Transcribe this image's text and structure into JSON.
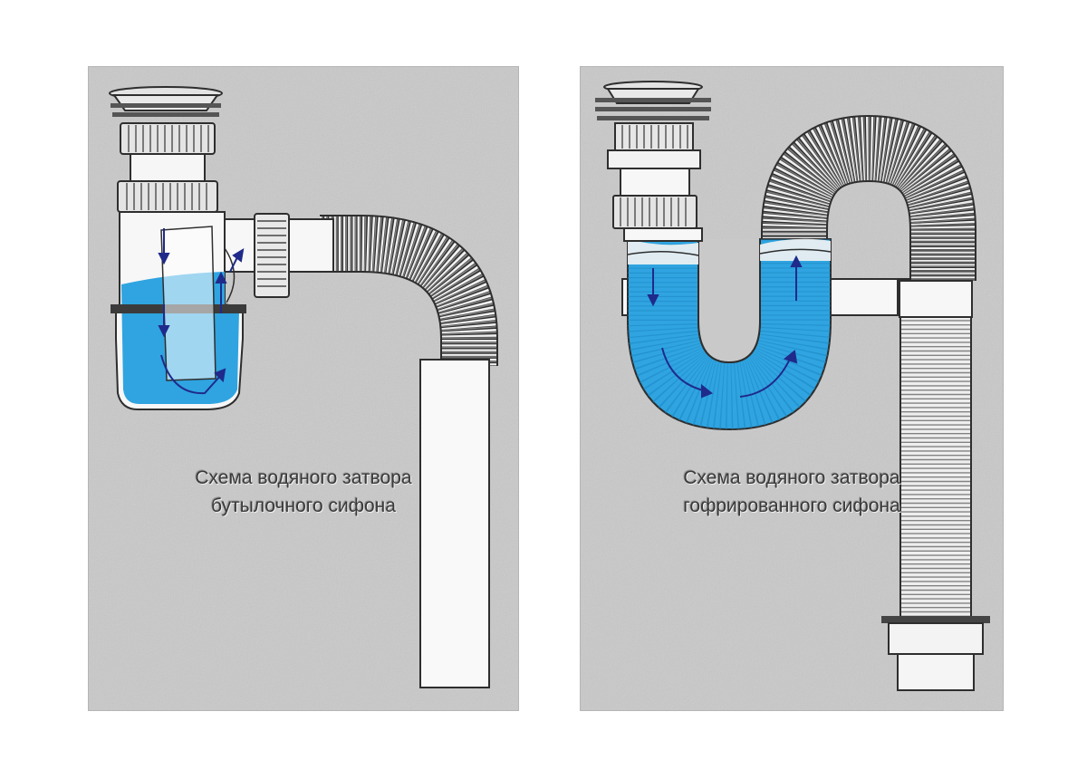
{
  "panels": [
    {
      "caption_line1": "Схема водяного затвора",
      "caption_line2": "бутылочного сифона"
    },
    {
      "caption_line1": "Схема водяного затвора",
      "caption_line2": "гофрированного сифона"
    }
  ],
  "colors": {
    "background": "#c9c9c9",
    "pipe": "#f7f7f7",
    "pipe_outline": "#2e2e2e",
    "water": "#2fa4e0",
    "arrow": "#1f2a8a"
  }
}
